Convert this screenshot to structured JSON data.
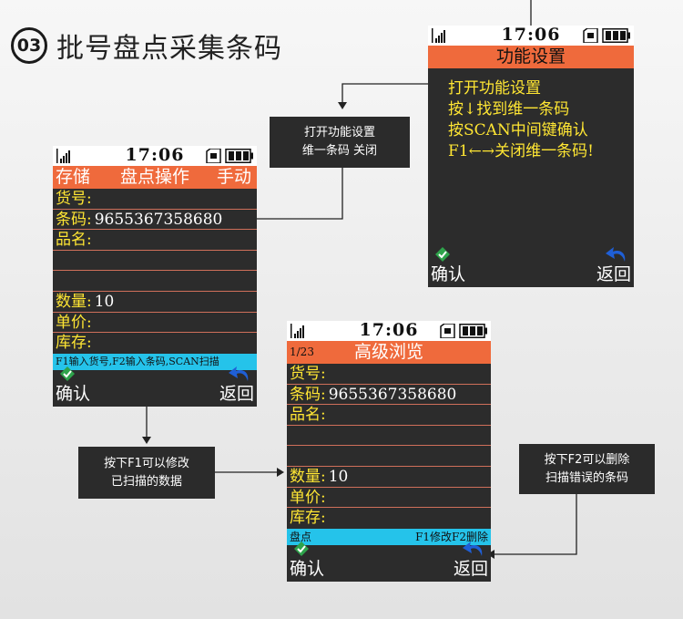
{
  "page": {
    "step_number": "03",
    "title": "批号盘点采集条码"
  },
  "status": {
    "time": "17:06"
  },
  "screen_settings": {
    "title": "功能设置",
    "lines": [
      "打开功能设置",
      "按↓找到维一条码",
      "按SCAN中间键确认",
      "F1←→关闭维一条码!"
    ],
    "softkey_left": "确认",
    "softkey_right": "返回"
  },
  "screen_count": {
    "header_left": "存储",
    "header_center": "盘点操作",
    "header_right": "手动",
    "fields": {
      "item_no": {
        "label": "货号:",
        "value": ""
      },
      "barcode": {
        "label": "条码:",
        "value": "9655367358680"
      },
      "name": {
        "label": "品名:",
        "value": ""
      },
      "qty": {
        "label": "数量:",
        "value": "10"
      },
      "price": {
        "label": "单价:",
        "value": ""
      },
      "stock": {
        "label": "库存:",
        "value": ""
      }
    },
    "hint": "F1输入货号,F2输入条码,SCAN扫描",
    "softkey_left": "确认",
    "softkey_right": "返回"
  },
  "screen_browse": {
    "page_indicator": "1/23",
    "title": "高级浏览",
    "fields": {
      "item_no": {
        "label": "货号:",
        "value": ""
      },
      "barcode": {
        "label": "条码:",
        "value": "9655367358680"
      },
      "name": {
        "label": "品名:",
        "value": ""
      },
      "qty": {
        "label": "数量:",
        "value": "10"
      },
      "price": {
        "label": "单价:",
        "value": ""
      },
      "stock": {
        "label": "库存:",
        "value": ""
      }
    },
    "hint_left": "盘点",
    "hint_right": "F1修改F2删除",
    "softkey_left": "确认",
    "softkey_right": "返回"
  },
  "callouts": {
    "open_settings": [
      "打开功能设置",
      "维一条码 关闭"
    ],
    "f1_modify": [
      "按下F1可以修改",
      "已扫描的数据"
    ],
    "f2_delete": [
      "按下F2可以删除",
      "扫描错误的条码"
    ]
  },
  "colors": {
    "screen_bg": "#2c2c2c",
    "title_bar": "#ef6a3c",
    "label_yellow": "#ffe633",
    "hint_cyan": "#25c3ea",
    "callout_bg": "#2b2b2b"
  }
}
